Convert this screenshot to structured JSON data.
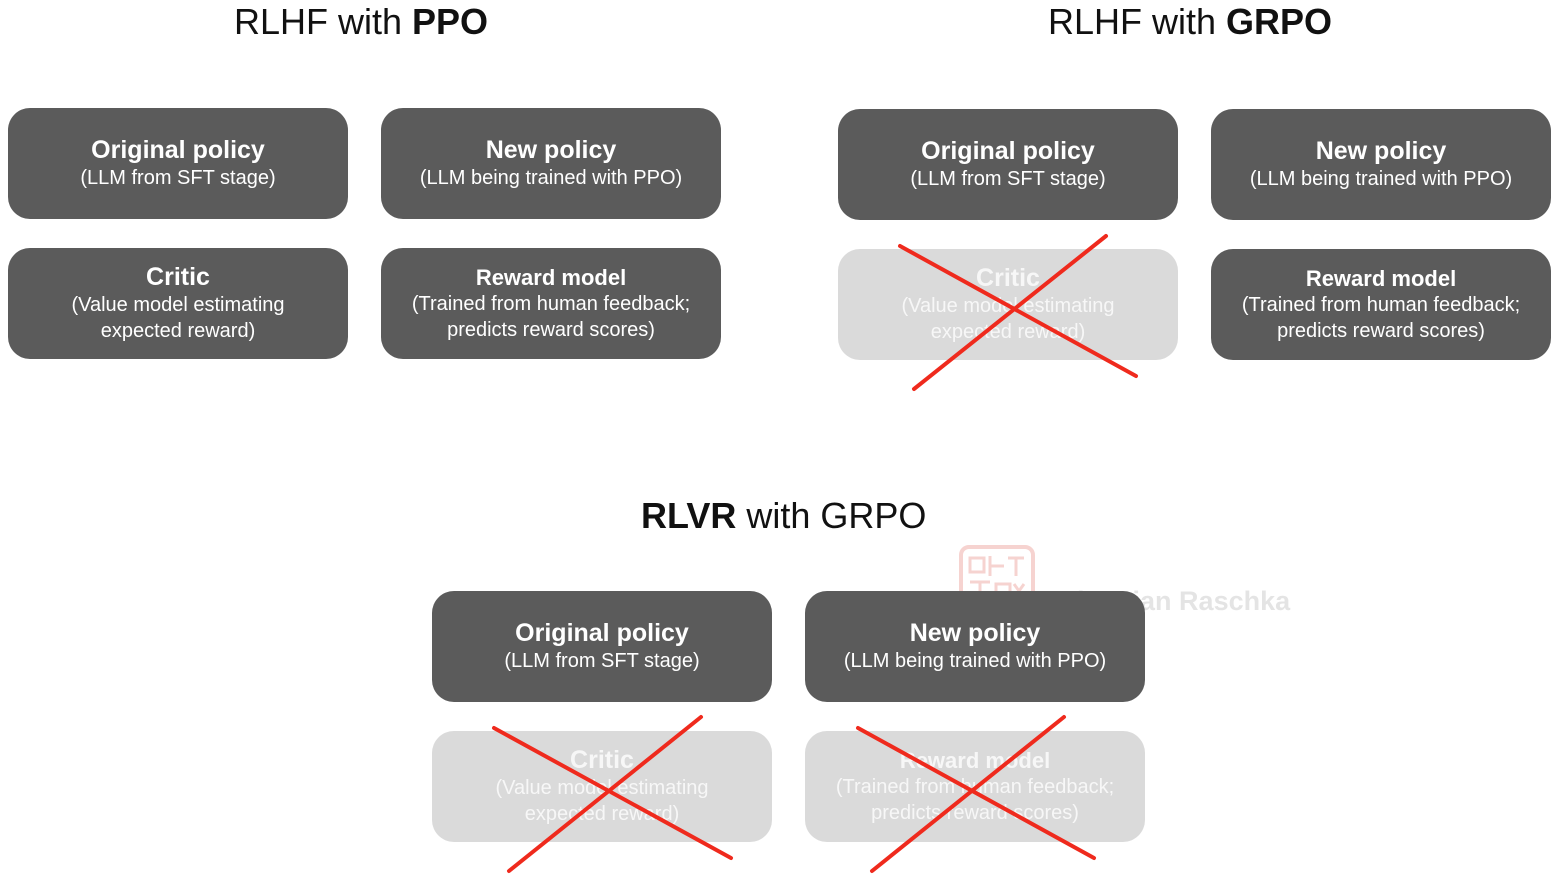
{
  "sections": {
    "ppo": {
      "title_prefix": "RLHF with ",
      "title_bold": "PPO",
      "boxes": {
        "original": {
          "title": "Original policy",
          "sub": "(LLM from SFT stage)"
        },
        "new": {
          "title": "New policy",
          "sub": "(LLM being trained with PPO)"
        },
        "critic": {
          "title": "Critic",
          "sub": "(Value model estimating\nexpected reward)"
        },
        "reward": {
          "title": "Reward model",
          "sub": "(Trained from human feedback;\npredicts reward scores)"
        }
      }
    },
    "grpo": {
      "title_prefix": "RLHF with ",
      "title_bold": "GRPO",
      "boxes": {
        "original": {
          "title": "Original policy",
          "sub": "(LLM from SFT stage)"
        },
        "new": {
          "title": "New policy",
          "sub": "(LLM being trained with PPO)"
        },
        "critic": {
          "title": "Critic",
          "sub": "(Value model estimating\nexpected reward)"
        },
        "reward": {
          "title": "Reward model",
          "sub": "(Trained from human feedback;\npredicts reward scores)"
        }
      }
    },
    "rlvr": {
      "title_bold": "RLVR",
      "title_suffix": " with GRPO",
      "boxes": {
        "original": {
          "title": "Original policy",
          "sub": "(LLM from SFT stage)"
        },
        "new": {
          "title": "New policy",
          "sub": "(LLM being trained with PPO)"
        },
        "critic": {
          "title": "Critic",
          "sub": "(Value model estimating\nexpected reward)"
        },
        "reward": {
          "title": "Reward model",
          "sub": "(Trained from human feedback;\npredicts reward scores)"
        }
      }
    }
  },
  "watermark": {
    "text": "Sebastian Raschka"
  },
  "colors": {
    "active_box": "#5b5b5b",
    "disabled_box": "#dadada",
    "cross": "#ef2a1d"
  }
}
